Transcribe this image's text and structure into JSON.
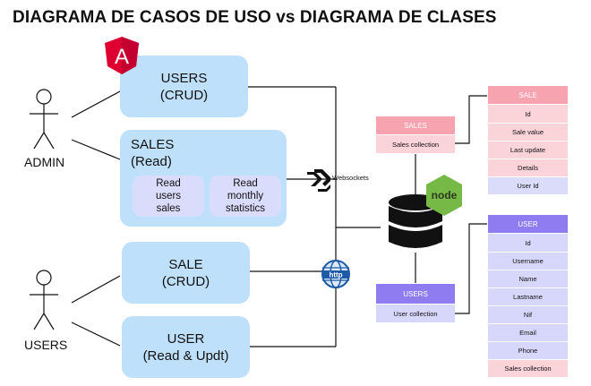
{
  "title": "DIAGRAMA DE CASOS DE USO vs DIAGRAMA DE CLASES",
  "actors": {
    "admin": "ADMIN",
    "users": "USERS"
  },
  "use_cases": {
    "users_crud": "USERS\n(CRUD)",
    "sales_read": "SALES\n(Read)",
    "read_users_sales": "Read\nusers\nsales",
    "read_monthly_stats": "Read\nmonthly\nstatistics",
    "sale_crud": "SALE\n(CRUD)",
    "user_read_updt": "USER\n(Read & Updt)"
  },
  "icons": {
    "angular": "A",
    "node": "node",
    "http": "http",
    "websockets_label": "Websockets"
  },
  "collections": {
    "sales_header": "SALES",
    "sales_collection": "Sales collection",
    "users_header": "USERS",
    "user_collection": "User collection"
  },
  "sale_entity": {
    "header": "SALE",
    "fields": [
      "Id",
      "Sale value",
      "Last update",
      "Details",
      "User Id"
    ]
  },
  "user_entity": {
    "header": "USER",
    "fields": [
      "Id",
      "Username",
      "Name",
      "Lastname",
      "Nif",
      "Email",
      "Phone",
      "Sales collection"
    ]
  },
  "colors": {
    "use_case_fill": "#bfe0fb",
    "sub_case_fill": "#d9dcfa",
    "sale_header": "#f7a3b0",
    "sale_row": "#fbd4da",
    "sale_row_alt": "#dadcfa",
    "user_header": "#8f7cf0",
    "user_row": "#d7d6fb",
    "user_row_alt": "#fbd4da",
    "angular_red": "#dd0031",
    "node_green": "#76b947",
    "http_blue": "#1d5aa8"
  }
}
